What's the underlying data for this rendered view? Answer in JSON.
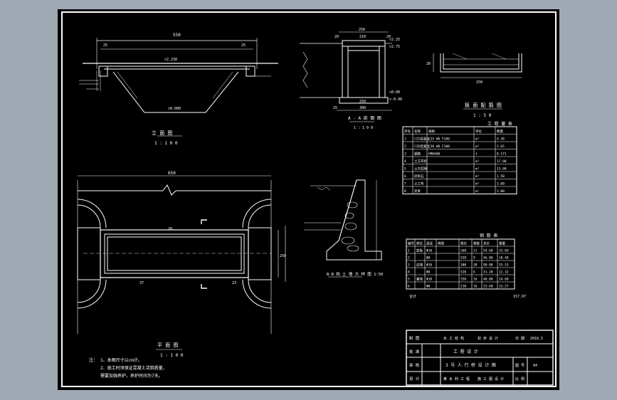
{
  "drawing": {
    "elevation": {
      "dim_top": "550",
      "dim_left": "25",
      "dim_right": "25",
      "level_top": "▽2.230",
      "level_bottom": "▽0.000",
      "title": "立 面 图",
      "scale": "1 : 1 0 0"
    },
    "section_aa": {
      "dim_top": "250",
      "dim_inner": "210",
      "dim_left": "20",
      "dim_right": "20",
      "level_top": "▽2.25",
      "level_mid": "▽2.75",
      "level_bottom_1": "▽0.00",
      "level_bottom_2": "▽-0.40",
      "dim_bottom_1": "250",
      "dim_bottom_2": "300",
      "dim_bottom_left": "25",
      "title": "A - A 剖 面 图",
      "scale": "1 : 1 0 0"
    },
    "slab_detail": {
      "dim_bottom": "250",
      "dim_left": "20",
      "title": "板 面 配 筋 图",
      "scale": "1 : 5 0"
    },
    "plan": {
      "dim_top": "650",
      "dim_inner_a": "20",
      "dim_inner_b": "37",
      "dim_inner_c": "23",
      "dim_width": "250",
      "title": "平 面 图",
      "scale": "1 : 1 0 0"
    },
    "wing_section": {
      "title": "B-B 挡 土 墙 大 样 图 1:50"
    },
    "notes": {
      "label": "注：",
      "line1": "1、本图尺寸以cm计。",
      "line2": "2、施工时须保证混凝土浇筑质量，",
      "line3": "   需要加强养护，养护时间为7天。"
    },
    "table_qty": {
      "title": "工 程 量 表",
      "headers": [
        "序号",
        "名称",
        "规格",
        "单位",
        "数量"
      ],
      "rows": [
        [
          "1",
          "C25混凝土",
          "C25 W6 F100",
          "m³",
          "4.30"
        ],
        [
          "2",
          "C20混凝土",
          "C20 W6 F100",
          "m³",
          "2.65"
        ],
        [
          "3",
          "钢筋",
          "HRB400",
          "t",
          "0.171"
        ],
        [
          "4",
          "土方开挖",
          "",
          "m³",
          "17.00"
        ],
        [
          "5",
          "土方回填",
          "",
          "m³",
          "13.00"
        ],
        [
          "6",
          "砂砾石",
          "",
          "m³",
          "1.50"
        ],
        [
          "7",
          "土工布",
          "",
          "m²",
          "3.00"
        ],
        [
          "8",
          "沥青",
          "",
          "m²",
          "2.00"
        ]
      ]
    },
    "table_rebar": {
      "title": "钢 筋 表",
      "headers": [
        "编号",
        "部位",
        "直径",
        "简图",
        "根长",
        "根数",
        "总长",
        "重量"
      ],
      "rows": [
        [
          "1",
          "底板",
          "Φ10",
          "",
          "260",
          "21",
          "54.60",
          "33.69"
        ],
        [
          "2",
          "",
          "Φ8",
          "",
          "520",
          "9",
          "46.80",
          "18.48"
        ],
        [
          "3",
          "边墙",
          "Φ10",
          "",
          "300",
          "30",
          "90.00",
          "55.53"
        ],
        [
          "4",
          "",
          "Φ8",
          "",
          "520",
          "6",
          "31.20",
          "12.32"
        ],
        [
          "5",
          "翼墙",
          "Φ10",
          "",
          "250",
          "16",
          "40.00",
          "24.68"
        ],
        [
          "6",
          "",
          "Φ8",
          "",
          "210",
          "16",
          "33.60",
          "13.27"
        ]
      ],
      "total_label": "合计",
      "total_value": "157.97"
    },
    "title_block": {
      "row1_label": "批 准",
      "row1_value": "工 程 设 计",
      "row2_label": "审 核",
      "row2_value": "3 号 人 行 桥 设 计 图",
      "row2_right_label": "图 号",
      "row2_right_value": "04",
      "row3_label": "设 计",
      "row3_value_a": "某 水 利 工 程",
      "row3_value_b": "施 工 图 设 计",
      "row3_right_label": "比 例",
      "row4_label": "制 图",
      "row4_value_a": "水 工 结 构",
      "row4_value_b": "初 步 设 计",
      "row4_right_label": "日 期",
      "row4_right_value": "2016.5"
    }
  }
}
